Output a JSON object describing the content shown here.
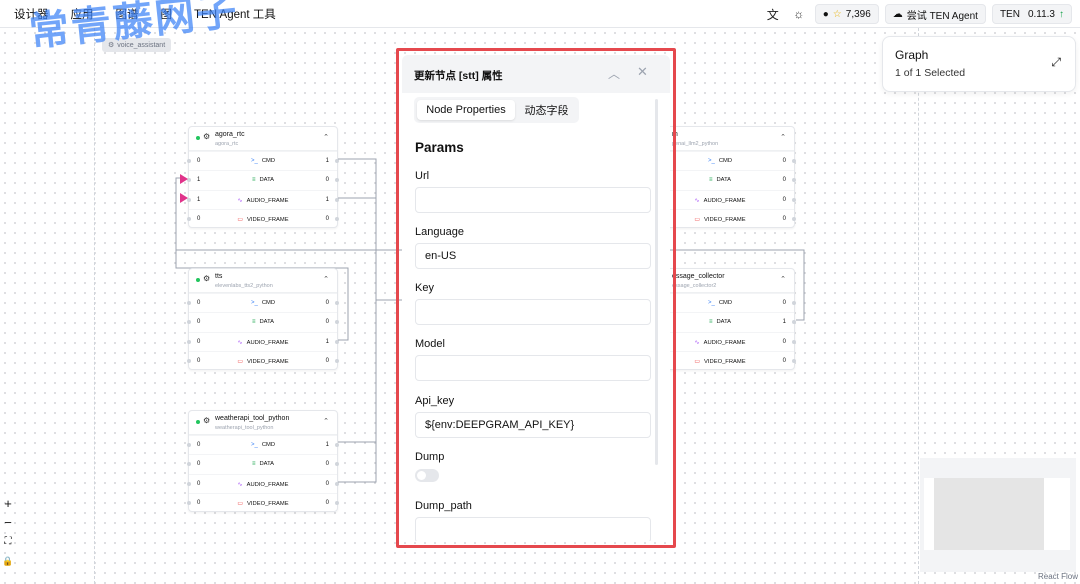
{
  "topbar": {
    "menu": [
      "设计器",
      "应用",
      "图谱",
      "图",
      "TEN Agent 工具"
    ],
    "github_stars": "7,396",
    "try_label": "尝试 TEN Agent",
    "ten_label": "TEN",
    "version": "0.11.3",
    "icons": [
      "translate-icon",
      "sun-icon",
      "github-icon",
      "star-icon",
      "cloud-icon",
      "arrow-up-icon"
    ]
  },
  "watermark": "常青藤网子",
  "canvas": {
    "badge": "voice_assistant",
    "nodes": [
      {
        "id": "agora_rtc",
        "title": "agora_rtc",
        "subtitle": "agora_rtc",
        "rows": [
          {
            "in": "0",
            "label": "CMD",
            "out": "1",
            "kind": "cmd"
          },
          {
            "in": "1",
            "label": "DATA",
            "out": "0",
            "kind": "data"
          },
          {
            "in": "1",
            "label": "AUDIO_FRAME",
            "out": "1",
            "kind": "audio"
          },
          {
            "in": "0",
            "label": "VIDEO_FRAME",
            "out": "0",
            "kind": "video"
          }
        ]
      },
      {
        "id": "tts",
        "title": "tts",
        "subtitle": "elevenlabs_tts2_python",
        "rows": [
          {
            "in": "0",
            "label": "CMD",
            "out": "0",
            "kind": "cmd"
          },
          {
            "in": "0",
            "label": "DATA",
            "out": "0",
            "kind": "data"
          },
          {
            "in": "0",
            "label": "AUDIO_FRAME",
            "out": "1",
            "kind": "audio"
          },
          {
            "in": "0",
            "label": "VIDEO_FRAME",
            "out": "0",
            "kind": "video"
          }
        ]
      },
      {
        "id": "weatherapi",
        "title": "weatherapi_tool_python",
        "subtitle": "weatherapi_tool_python",
        "rows": [
          {
            "in": "0",
            "label": "CMD",
            "out": "1",
            "kind": "cmd"
          },
          {
            "in": "0",
            "label": "DATA",
            "out": "0",
            "kind": "data"
          },
          {
            "in": "0",
            "label": "AUDIO_FRAME",
            "out": "0",
            "kind": "audio"
          },
          {
            "in": "0",
            "label": "VIDEO_FRAME",
            "out": "0",
            "kind": "video"
          }
        ]
      },
      {
        "id": "llm",
        "title": "m",
        "subtitle": "penai_llm2_python",
        "rows": [
          {
            "in": "",
            "label": "CMD",
            "out": "0",
            "kind": "cmd"
          },
          {
            "in": "",
            "label": "DATA",
            "out": "0",
            "kind": "data"
          },
          {
            "in": "",
            "label": "AUDIO_FRAME",
            "out": "0",
            "kind": "audio"
          },
          {
            "in": "",
            "label": "VIDEO_FRAME",
            "out": "0",
            "kind": "video"
          }
        ]
      },
      {
        "id": "message_collector",
        "title": "essage_collector",
        "subtitle": "essage_collector2",
        "rows": [
          {
            "in": "",
            "label": "CMD",
            "out": "0",
            "kind": "cmd"
          },
          {
            "in": "",
            "label": "DATA",
            "out": "1",
            "kind": "data"
          },
          {
            "in": "",
            "label": "AUDIO_FRAME",
            "out": "0",
            "kind": "audio"
          },
          {
            "in": "",
            "label": "VIDEO_FRAME",
            "out": "0",
            "kind": "video"
          }
        ]
      }
    ]
  },
  "controls": {
    "zoom_in": "+",
    "zoom_out": "−",
    "fit_view": "⛶",
    "lock": "🔒"
  },
  "graph_panel": {
    "title": "Graph",
    "subtitle": "1 of 1 Selected"
  },
  "attribution": "React Flow",
  "modal": {
    "title": "更新节点 [stt] 属性",
    "tabs": [
      "Node Properties",
      "动态字段"
    ],
    "active_tab": "Node Properties",
    "section": "Params",
    "fields": [
      {
        "label": "Url",
        "value": ""
      },
      {
        "label": "Language",
        "value": "en-US"
      },
      {
        "label": "Key",
        "value": ""
      },
      {
        "label": "Model",
        "value": ""
      },
      {
        "label": "Api_key",
        "value": "${env:DEEPGRAM_API_KEY}"
      }
    ],
    "toggle": {
      "label": "Dump",
      "on": false
    },
    "last_field": {
      "label": "Dump_path",
      "value": ""
    }
  }
}
